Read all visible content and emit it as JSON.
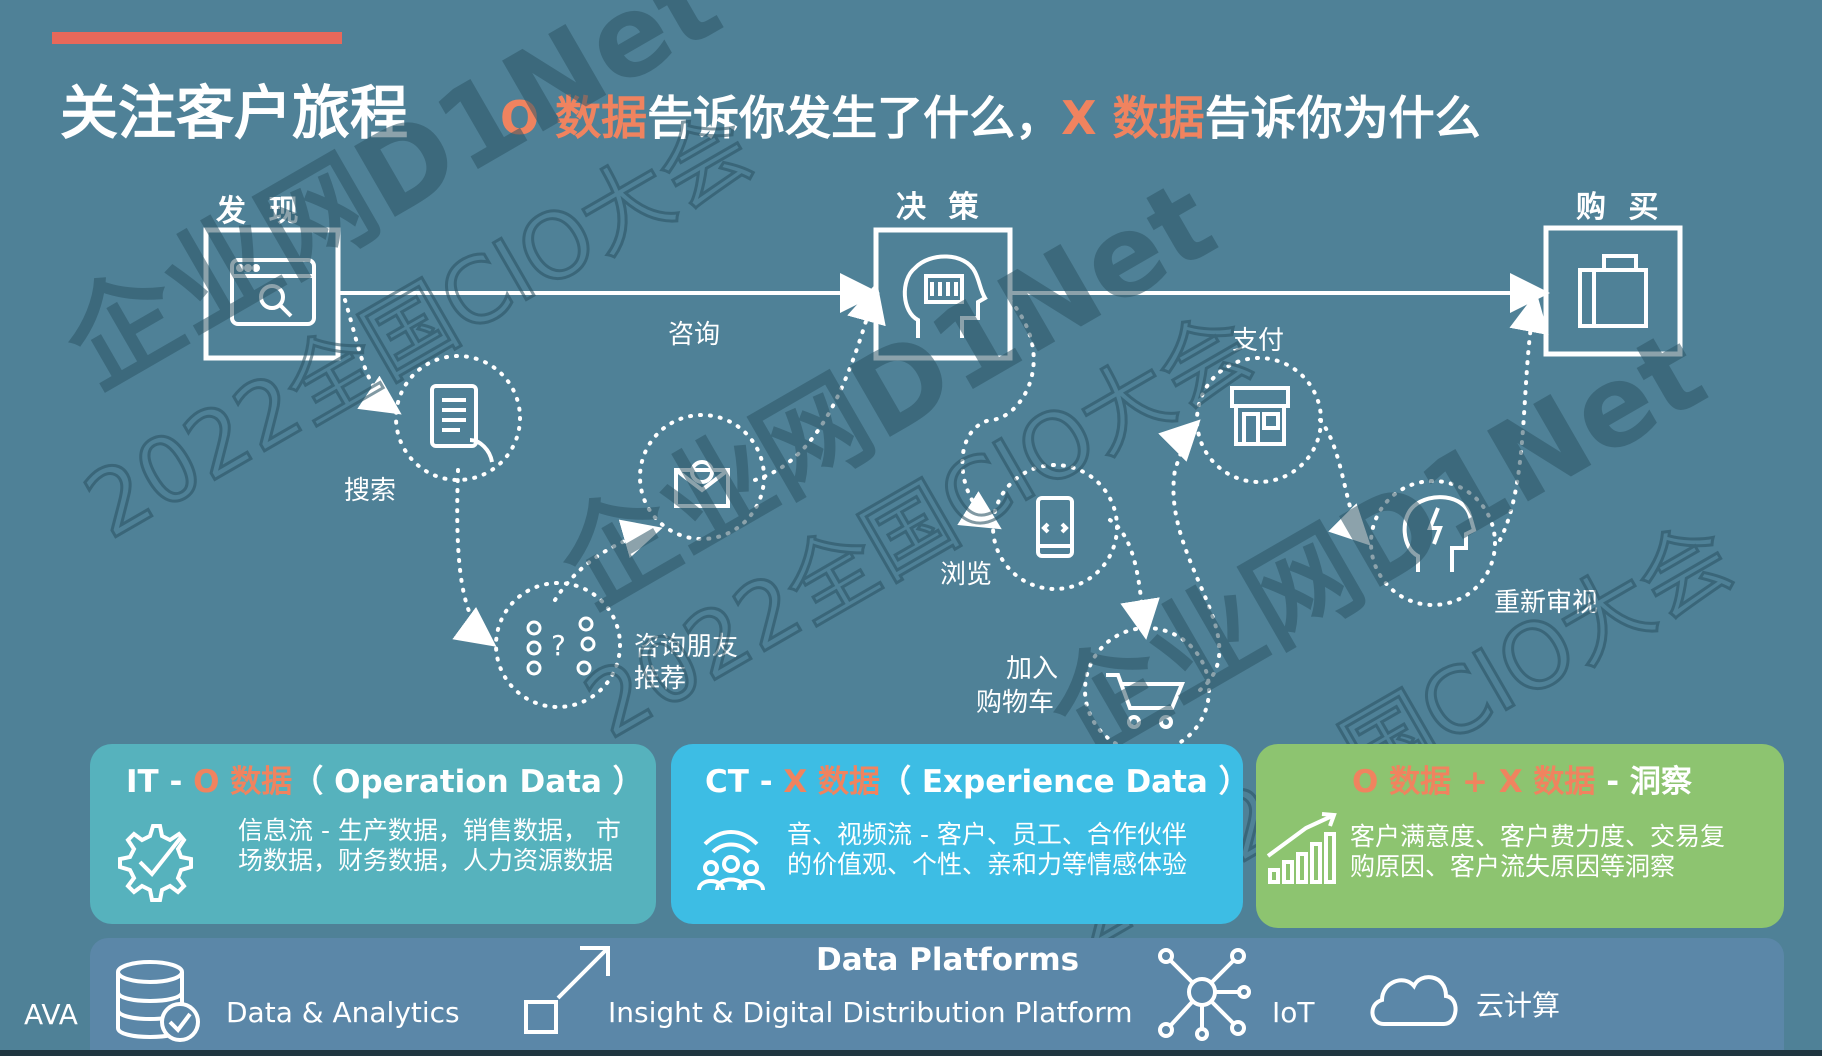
{
  "header": {
    "title": "关注客户旅程",
    "subtitle_o": "O 数据",
    "subtitle_mid": "告诉你发生了什么，",
    "subtitle_x": "X 数据",
    "subtitle_end": "告诉你为什么"
  },
  "stages": {
    "discover": "发 现",
    "decide": "决 策",
    "buy": "购 买"
  },
  "steps": {
    "consult": "咨询",
    "search": "搜索",
    "friends_line1": "咨询朋友",
    "friends_line2": "推荐",
    "browse": "浏览",
    "cart_line1": "加入",
    "cart_line2": "购物车",
    "pay": "支付",
    "review": "重新审视"
  },
  "panels": {
    "it": {
      "prefix": "IT - ",
      "o_label": "O 数据",
      "suffix": "（ Operation  Data ）",
      "line1": "信息流 - 生产数据，销售数据， 市",
      "line2": "场数据，财务数据，人力资源数据",
      "color": "#56b2bd"
    },
    "ct": {
      "prefix": "CT - ",
      "x_label": "X 数据",
      "suffix": "（ Experience Data ）",
      "line1": "音、视频流 - 客户、员工、合作伙伴",
      "line2": "的价值观、个性、亲和力等情感体验",
      "color": "#3dbde4"
    },
    "insight": {
      "o_label": "O 数据",
      "plus": " + ",
      "x_label": "X 数据",
      "suffix": " - 洞察",
      "line1": "客户满意度、客户费力度、交易复",
      "line2": "购原因、客户流失原因等洞察",
      "color": "#8dc470"
    }
  },
  "platforms": {
    "title": "Data Platforms",
    "analytics": "Data & Analytics",
    "insight_platform": "Insight & Digital Distribution Platform",
    "iot": "IoT",
    "cloud": "云计算"
  },
  "edge_text": "AVA",
  "watermark": {
    "logo": "企业网D1Net",
    "event": "2022全国CIO大会"
  }
}
